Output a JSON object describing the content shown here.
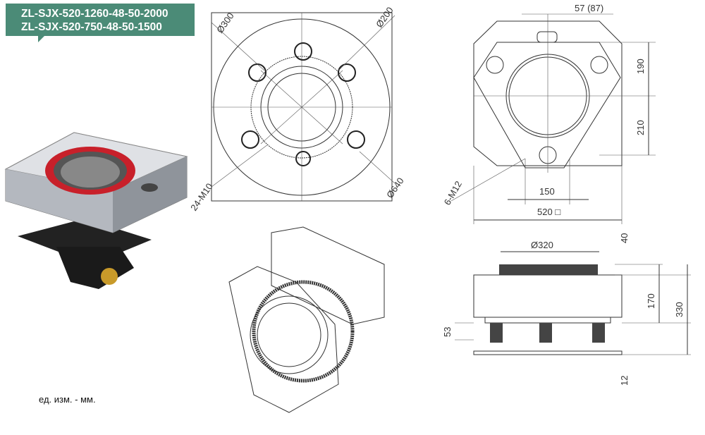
{
  "models": [
    "ZL-SJX-520-1260-48-50-2000",
    "ZL-SJX-520-750-48-50-1500"
  ],
  "units_note": "ед. изм. - мм.",
  "front_view": {
    "d300": "Ø300",
    "d200": "Ø200",
    "holes": "24-M10",
    "d640": "Ø640"
  },
  "top_view": {
    "shaft": "57 (87)",
    "h1": "190",
    "h2": "210",
    "holes": "6-M12",
    "w150": "150",
    "w520": "520 □"
  },
  "side_view": {
    "d320": "Ø320",
    "h40": "40",
    "h170": "170",
    "h330": "330",
    "h53": "53",
    "h12": "12"
  },
  "colors": {
    "label_bg": "#4b8b77",
    "ring_red": "#c8202a",
    "body_gray": "#c9ccd2"
  }
}
